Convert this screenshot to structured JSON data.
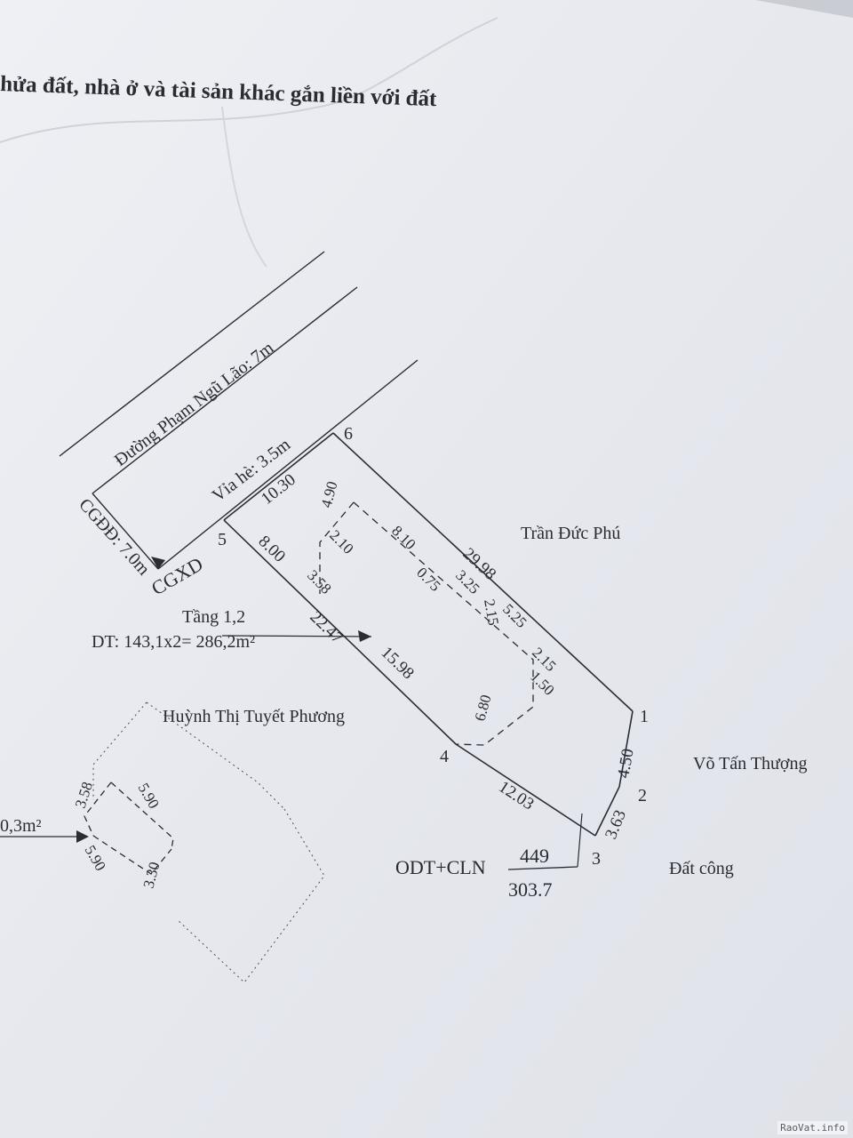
{
  "header": "hửa đất, nhà ở và tài sản khác gắn liền với đất",
  "road": {
    "name": "Đường Phạm Ngũ Lão: 7m",
    "sidewalk": "Vỉa hè: 3.5m",
    "cgdd": "CGĐĐ: 7.0m",
    "cgxd": "CGXD"
  },
  "neighbors": {
    "north": "Trần Đức Phú",
    "east": "Võ Tấn Thượng",
    "south_east": "Đất công",
    "south": "Huỳnh Thị Tuyết Phương"
  },
  "building": {
    "floors": "Tầng 1,2",
    "area": "DT: 143,1x2= 286,2m²"
  },
  "parcel": {
    "land_type": "ODT+CLN",
    "number": "449",
    "area": "303.7"
  },
  "points": [
    "1",
    "2",
    "3",
    "4",
    "5",
    "6"
  ],
  "edges": {
    "e56": "10.30",
    "e61": "29.98",
    "e12": "4.50",
    "e23": "3.63",
    "e34": "12.03",
    "e45a": "8.00",
    "e45b": "22.47",
    "e45c": "15.98"
  },
  "inner_dims": [
    "4.90",
    "8.10",
    "2.10",
    "3.58",
    "0.75",
    "3.25",
    "2.15",
    "5.25",
    "2.15",
    "1.50",
    "6.80"
  ],
  "left_building": {
    "area": "0,3m²",
    "dims": [
      "3.58",
      "5.90",
      "5.90",
      "3.30"
    ]
  },
  "watermark": "RaoVat.info"
}
